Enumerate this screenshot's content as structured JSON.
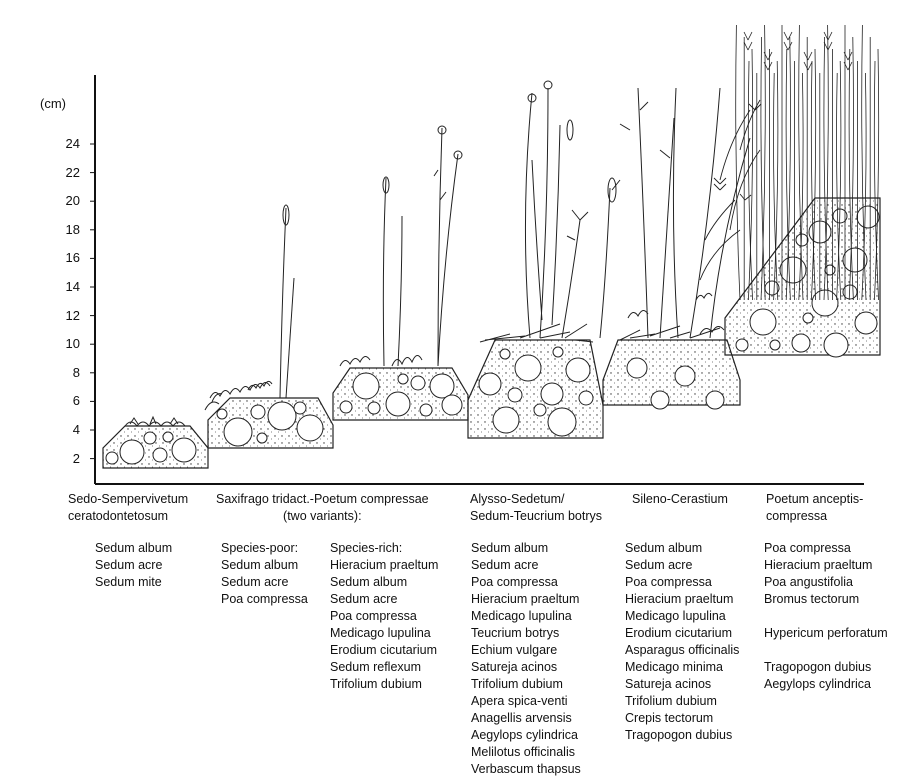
{
  "axis": {
    "unit": "(cm)",
    "ticks": [
      "24",
      "22",
      "20",
      "18",
      "16",
      "14",
      "12",
      "10",
      "8",
      "6",
      "4",
      "2"
    ]
  },
  "communities": [
    {
      "title_lines": [
        "Sedo-Sempervivetum",
        "ceratodontetosum"
      ],
      "groups": [
        {
          "heading": "",
          "species": [
            "Sedum album",
            "Sedum acre",
            "Sedum mite"
          ]
        }
      ]
    },
    {
      "title_lines": [
        "Saxifrago tridact.-Poetum compressae",
        "(two variants):"
      ],
      "groups": [
        {
          "heading": "Species-poor:",
          "species": [
            "Sedum album",
            "Sedum acre",
            "Poa compressa"
          ]
        },
        {
          "heading": "Species-rich:",
          "species": [
            "Hieracium praeltum",
            "Sedum album",
            "Sedum acre",
            "Poa compressa",
            "Medicago lupulina",
            "Erodium cicutarium",
            "Sedum reflexum",
            "Trifolium dubium"
          ]
        }
      ]
    },
    {
      "title_lines": [
        "Alysso-Sedetum/",
        "Sedum-Teucrium botrys"
      ],
      "groups": [
        {
          "heading": "",
          "species": [
            "Sedum album",
            "Sedum acre",
            "Poa compressa",
            "Hieracium praeltum",
            "Medicago lupulina",
            "Teucrium botrys",
            "Echium vulgare",
            "Satureja acinos",
            "Trifolium dubium",
            "Apera spica-venti",
            "Anagellis arvensis",
            "Aegylops cylindrica",
            "Melilotus officinalis",
            "Verbascum thapsus"
          ]
        }
      ]
    },
    {
      "title_lines": [
        "Sileno-Cerastium"
      ],
      "groups": [
        {
          "heading": "",
          "species": [
            "Sedum album",
            "Sedum acre",
            "Poa compressa",
            "Hieracium praeltum",
            "Medicago lupulina",
            "Erodium cicutarium",
            "Asparagus officinalis",
            "Medicago minima",
            "Satureja acinos",
            "Trifolium dubium",
            "Crepis tectorum",
            "Tragopogon dubius"
          ]
        }
      ]
    },
    {
      "title_lines": [
        "Poetum anceptis-",
        "compressa"
      ],
      "groups": [
        {
          "heading": "",
          "species": [
            "Poa compressa",
            "Hieracium praeltum",
            "Poa angustifolia",
            "Bromus tectorum"
          ]
        },
        {
          "heading": "",
          "species": [
            "Hypericum perforatum"
          ]
        },
        {
          "heading": "",
          "species": [
            "Tragopogon dubius",
            "Aegylops cylindrica"
          ]
        }
      ]
    }
  ]
}
